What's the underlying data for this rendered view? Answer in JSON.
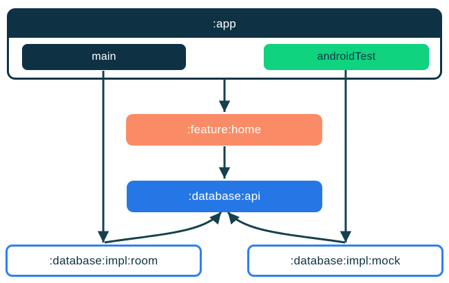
{
  "colors": {
    "navy": "#0E3244",
    "line": "#16404E",
    "green": "#0FD37E",
    "orange": "#F98C66",
    "blue": "#2577E6",
    "blue-border": "#2E7FF0",
    "white": "#FFFFFF"
  },
  "diagram": {
    "type": "module-dependency-graph",
    "app": {
      "label": ":app"
    },
    "source_sets": {
      "main": {
        "label": "main"
      },
      "android_test": {
        "label": "androidTest"
      }
    },
    "modules": {
      "feature_home": {
        "label": ":feature:home"
      },
      "database_api": {
        "label": ":database:api"
      },
      "database_impl_room": {
        "label": ":database:impl:room"
      },
      "database_impl_mock": {
        "label": ":database:impl:mock"
      }
    },
    "edges": [
      {
        "from": "main",
        "to": ":database:impl:room"
      },
      {
        "from": "androidTest",
        "to": ":database:impl:mock"
      },
      {
        "from": ":app",
        "to": ":feature:home"
      },
      {
        "from": ":feature:home",
        "to": ":database:api"
      },
      {
        "from": ":database:impl:room",
        "to": ":database:api"
      },
      {
        "from": ":database:impl:mock",
        "to": ":database:api"
      }
    ]
  }
}
